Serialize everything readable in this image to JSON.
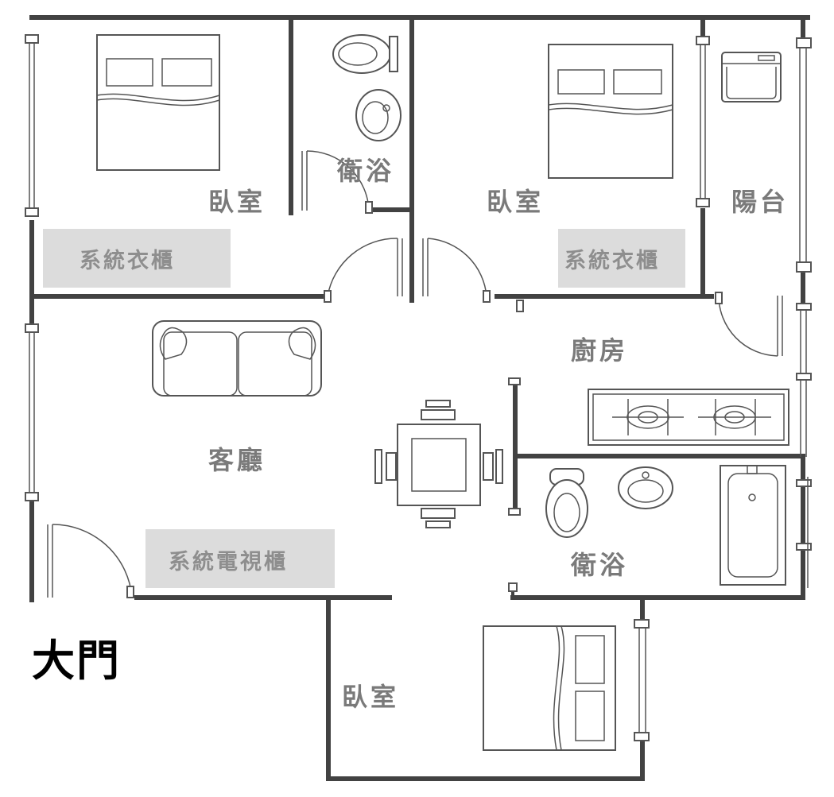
{
  "rooms": {
    "bedroom_top_left": "臥室",
    "bath_top": "衛浴",
    "bedroom_top_right": "臥室",
    "balcony": "陽台",
    "kitchen": "廚房",
    "living_room": "客廳",
    "bath_right": "衛浴",
    "bedroom_bottom": "臥室"
  },
  "cabinets": {
    "wardrobe_left": "系統衣櫃",
    "wardrobe_right": "系統衣櫃",
    "tv_cabinet": "系統電視櫃"
  },
  "entrance": "大門",
  "colors": {
    "wall": "#424242",
    "label": "#7a7a7a",
    "cabinet_fill": "#dcdcdc",
    "entrance_text": "#000000"
  }
}
